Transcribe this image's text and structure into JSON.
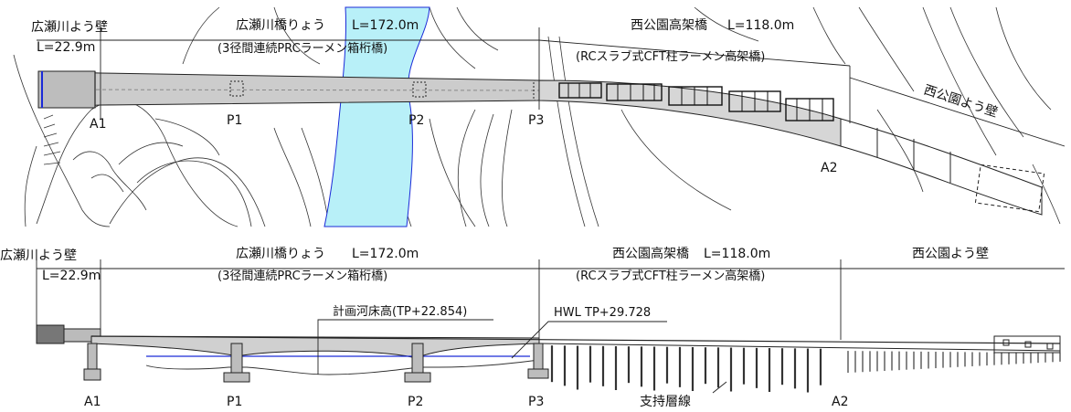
{
  "plan": {
    "left_wall": {
      "name": "広瀬川よう壁",
      "length": "L=22.9m"
    },
    "main_bridge": {
      "name": "広瀬川橋りょう",
      "length": "L=172.0m",
      "type": "(3径間連続PRCラーメン箱桁橋)"
    },
    "viaduct": {
      "name": "西公園高架橋",
      "length": "L=118.0m",
      "type": "(RCスラブ式CFT柱ラーメン高架橋)"
    },
    "right_wall": {
      "name": "西公園よう壁"
    },
    "supports": [
      "A1",
      "P1",
      "P2",
      "P3",
      "A2"
    ]
  },
  "profile": {
    "left_wall": {
      "name": "広瀬川よう壁",
      "length": "L=22.9m"
    },
    "main_bridge": {
      "name": "広瀬川橋りょう",
      "length": "L=172.0m",
      "type": "(3径間連続PRCラーメン箱桁橋)"
    },
    "viaduct": {
      "name": "西公園高架橋",
      "length": "L=118.0m",
      "type": "(RCスラブ式CFT柱ラーメン高架橋)"
    },
    "right_wall": {
      "name": "西公園よう壁"
    },
    "riverbed_label": "計画河床高(TP+22.854)",
    "hwl_label": "HWL  TP+29.728",
    "bearing_layer_label": "支持層線",
    "supports": [
      "A1",
      "P1",
      "P2",
      "P3",
      "A2"
    ]
  },
  "colors": {
    "river": "#b8f0f8",
    "line": "#222222",
    "hwl": "#1a2ad8",
    "deck": "#cccccc"
  }
}
